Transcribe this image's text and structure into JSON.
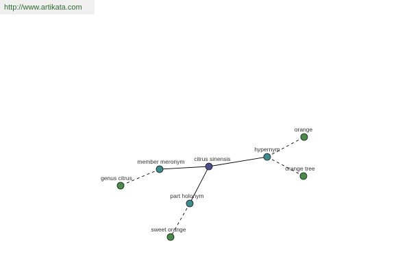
{
  "header": {
    "url": "http://www.artikata.com"
  },
  "colors": {
    "center_node": "#4a4f8c",
    "relation_node": "#3f8a8a",
    "leaf_node": "#4a8a4a",
    "solid_edge": "#000000",
    "dashed_edge": "#000000"
  },
  "graph": {
    "nodes": [
      {
        "id": "center",
        "label": "citrus sinensis",
        "kind": "center"
      },
      {
        "id": "member",
        "label": "member meronym",
        "kind": "relation"
      },
      {
        "id": "hypernym",
        "label": "hypernym",
        "kind": "relation"
      },
      {
        "id": "part",
        "label": "part holonym",
        "kind": "relation"
      },
      {
        "id": "genus",
        "label": "genus citrus",
        "kind": "leaf"
      },
      {
        "id": "orange",
        "label": "orange",
        "kind": "leaf"
      },
      {
        "id": "orangetree",
        "label": "orange tree",
        "kind": "leaf"
      },
      {
        "id": "sweet",
        "label": "sweet orange",
        "kind": "leaf"
      }
    ],
    "edges": [
      {
        "from": "center",
        "to": "member",
        "style": "solid"
      },
      {
        "from": "center",
        "to": "hypernym",
        "style": "solid"
      },
      {
        "from": "center",
        "to": "part",
        "style": "solid"
      },
      {
        "from": "member",
        "to": "genus",
        "style": "dashed"
      },
      {
        "from": "hypernym",
        "to": "orange",
        "style": "dashed"
      },
      {
        "from": "hypernym",
        "to": "orangetree",
        "style": "dashed"
      },
      {
        "from": "part",
        "to": "sweet",
        "style": "dashed"
      }
    ]
  }
}
